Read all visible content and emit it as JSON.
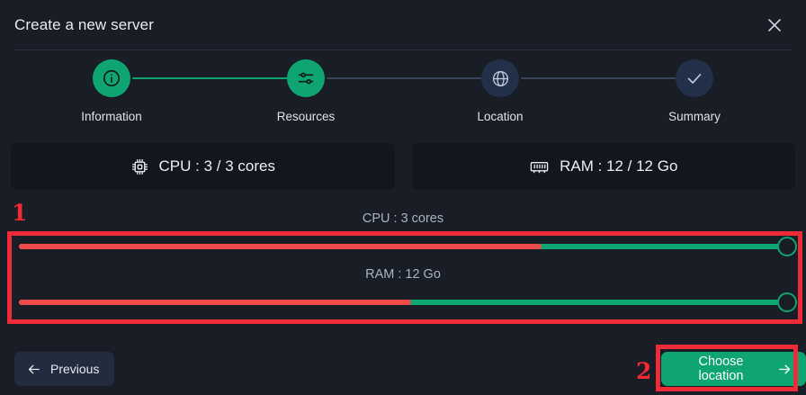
{
  "header": {
    "title": "Create a new server",
    "close_icon": "close-icon"
  },
  "stepper": {
    "steps": [
      {
        "label": "Information",
        "icon": "info-icon",
        "state": "done"
      },
      {
        "label": "Resources",
        "icon": "sliders-icon",
        "state": "done"
      },
      {
        "label": "Location",
        "icon": "globe-icon",
        "state": "todo"
      },
      {
        "label": "Summary",
        "icon": "check-icon",
        "state": "todo"
      }
    ]
  },
  "summary_pills": [
    {
      "icon": "cpu-icon",
      "label": "CPU : 3 / 3 cores"
    },
    {
      "icon": "ram-icon",
      "label": "RAM : 12 / 12 Go"
    }
  ],
  "sliders": [
    {
      "name": "cpu",
      "caption": "CPU : 3 cores",
      "value": 3,
      "min": 1,
      "max": 3,
      "unit": "cores",
      "fill_percent": 68,
      "thumb_percent": 100
    },
    {
      "name": "ram",
      "caption": "RAM : 12 Go",
      "value": 12,
      "min": 1,
      "max": 12,
      "unit": "Go",
      "fill_percent": 51,
      "thumb_percent": 100
    }
  ],
  "footer": {
    "previous_label": "Previous",
    "previous_icon": "arrow-left-icon",
    "next_label": "Choose location",
    "next_icon": "arrow-right-icon"
  },
  "annotations": [
    {
      "number": "1",
      "target": "sliders-region"
    },
    {
      "number": "2",
      "target": "choose-location-button"
    }
  ],
  "colors": {
    "accent_green": "#0fa573",
    "slider_red": "#ef4b4b",
    "annotation_red": "#f02b38",
    "surface": "#181d26",
    "pill_bg": "#12161e",
    "step_todo_bg": "#23304a"
  }
}
